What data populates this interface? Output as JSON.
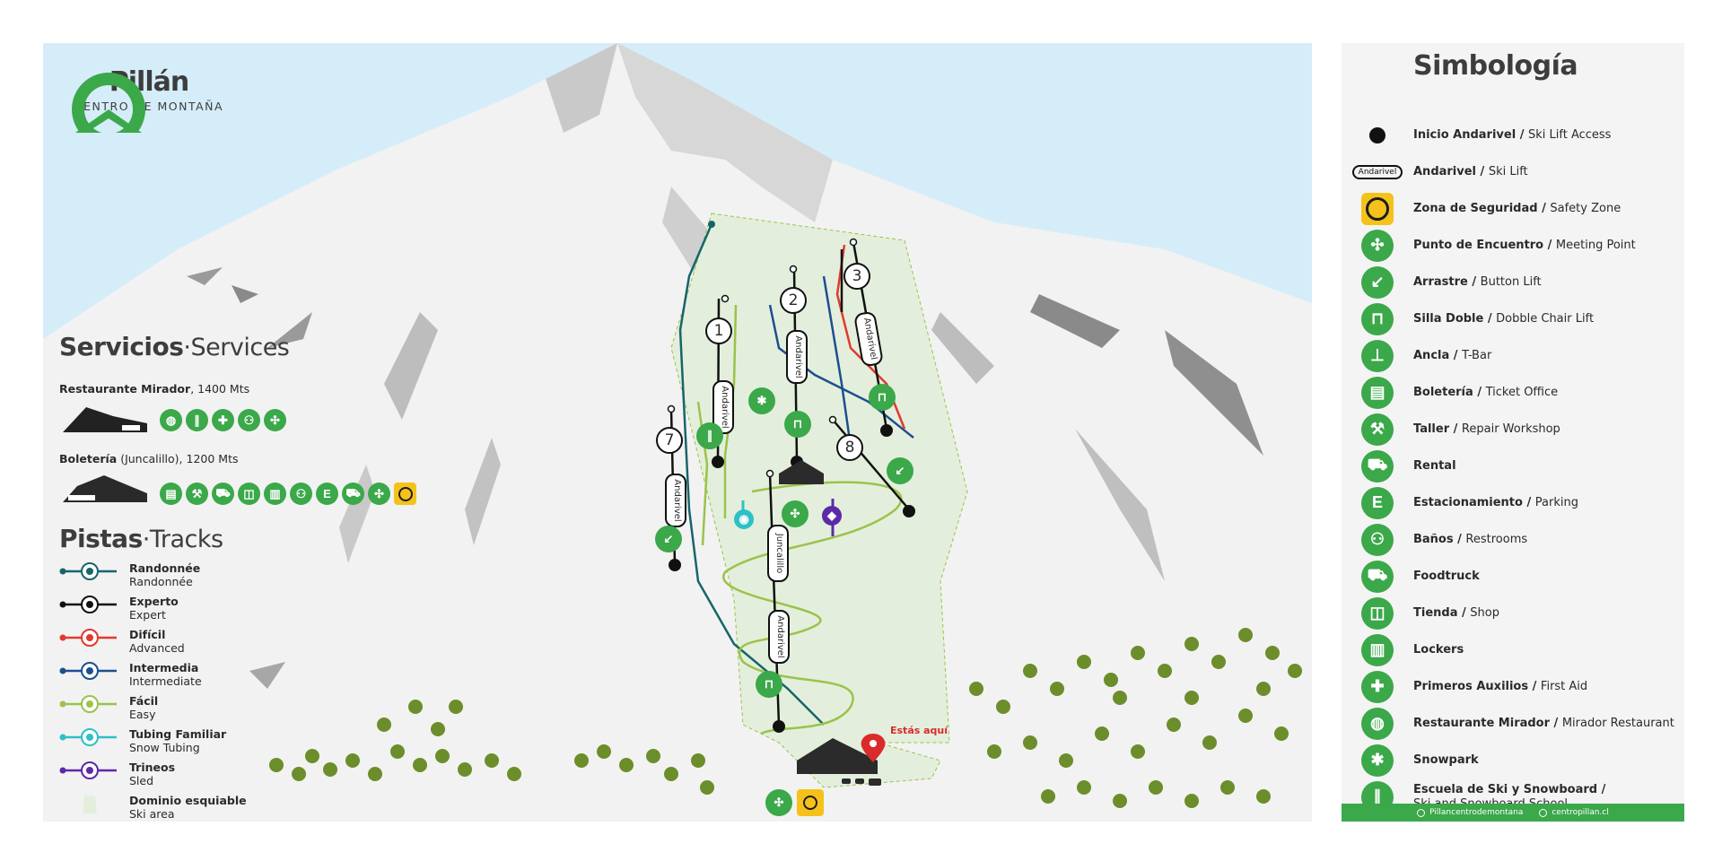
{
  "brand": {
    "name": "Pillán",
    "subtitle": "CENTRO DE MONTAÑA",
    "logo_icon": "pillan-logo-icon",
    "color": "#3ba84a"
  },
  "services": {
    "title_es": "Servicios",
    "title_en": "Services",
    "places": [
      {
        "name": "Restaurante Mirador",
        "detail": ", 1400 Mts",
        "icons": [
          "restaurant-icon",
          "ski-school-icon",
          "first-aid-icon",
          "restrooms-icon",
          "meeting-point-icon"
        ]
      },
      {
        "name": "Boletería",
        "detail": " (Juncalillo), 1200 Mts",
        "icons": [
          "ticket-office-icon",
          "repair-workshop-icon",
          "rental-icon",
          "shop-icon",
          "lockers-icon",
          "restrooms-icon",
          "parking-icon",
          "foodtruck-icon",
          "meeting-point-icon",
          "safety-zone-icon"
        ]
      }
    ]
  },
  "tracks": {
    "title_es": "Pistas",
    "title_en": "Tracks",
    "items": [
      {
        "es": "Randonnée",
        "en": "Randonnée",
        "color": "#17656b",
        "symbol": "randonnee-icon"
      },
      {
        "es": "Experto",
        "en": "Expert",
        "color": "#111111",
        "symbol": "double-diamond-icon"
      },
      {
        "es": "Difícil",
        "en": "Advanced",
        "color": "#e03a2e",
        "symbol": "diamond-icon"
      },
      {
        "es": "Intermedia",
        "en": "Intermediate",
        "color": "#1c4f8f",
        "symbol": "square-icon"
      },
      {
        "es": "Fácil",
        "en": "Easy",
        "color": "#9cc24a",
        "symbol": "circle-icon"
      },
      {
        "es": "Tubing Familiar",
        "en": "Snow Tubing",
        "color": "#2fc0c6",
        "symbol": "tubing-icon"
      },
      {
        "es": "Trineos",
        "en": "Sled",
        "color": "#5c2aa8",
        "symbol": "sled-icon"
      },
      {
        "es": "Dominio esquiable",
        "en": "Ski area",
        "color": "#e3efdc",
        "symbol": "ski-area-icon"
      }
    ]
  },
  "map": {
    "you_are_here": "Estás aquí",
    "lift_label": "Andarivel",
    "juncalillo_label": "Juncalillo",
    "lift_numbers": [
      "1",
      "2",
      "3",
      "7",
      "8"
    ]
  },
  "legend": {
    "title": "Simbología",
    "items": [
      {
        "es": "Inicio Andarivel",
        "en": "Ski Lift Access",
        "icon": "lift-access-icon"
      },
      {
        "es": "Andarivel",
        "en": "Ski Lift",
        "icon": "ski-lift-icon",
        "icon_text": "Andarivel"
      },
      {
        "es": "Zona de Seguridad",
        "en": "Safety Zone",
        "icon": "safety-zone-icon"
      },
      {
        "es": "Punto de Encuentro",
        "en": "Meeting Point",
        "icon": "meeting-point-icon"
      },
      {
        "es": "Arrastre",
        "en": "Button Lift",
        "icon": "button-lift-icon"
      },
      {
        "es": "Silla Doble",
        "en": "Dobble Chair Lift",
        "icon": "chair-lift-icon"
      },
      {
        "es": "Ancla",
        "en": "T-Bar",
        "icon": "t-bar-icon"
      },
      {
        "es": "Boletería",
        "en": "Ticket Office",
        "icon": "ticket-office-icon"
      },
      {
        "es": "Taller",
        "en": "Repair Workshop",
        "icon": "repair-workshop-icon"
      },
      {
        "es": "Rental",
        "en": "",
        "icon": "rental-icon"
      },
      {
        "es": "Estacionamiento",
        "en": "Parking",
        "icon": "parking-icon",
        "icon_text": "E"
      },
      {
        "es": "Baños",
        "en": "Restrooms",
        "icon": "restrooms-icon"
      },
      {
        "es": "Foodtruck",
        "en": "",
        "icon": "foodtruck-icon"
      },
      {
        "es": "Tienda",
        "en": "Shop",
        "icon": "shop-icon"
      },
      {
        "es": "Lockers",
        "en": "",
        "icon": "lockers-icon"
      },
      {
        "es": "Primeros Auxilios",
        "en": "First Aid",
        "icon": "first-aid-icon"
      },
      {
        "es": "Restaurante Mirador",
        "en": "Mirador Restaurant",
        "icon": "restaurant-icon"
      },
      {
        "es": "Snowpark",
        "en": "",
        "icon": "snowpark-icon"
      },
      {
        "es": "Escuela de Ski y Snowboard",
        "en": "Ski and Snowboard School",
        "icon": "ski-school-icon"
      }
    ],
    "footer": {
      "instagram": "Pillancentrodemontana",
      "website": "centropillan.cl"
    }
  }
}
